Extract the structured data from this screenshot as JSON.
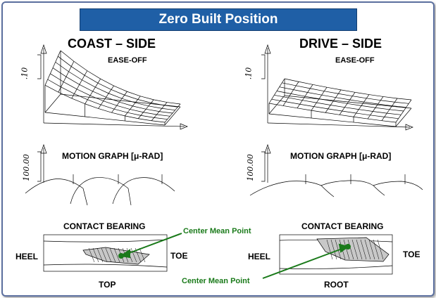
{
  "title": "Zero Built Position",
  "left": {
    "side_title": "COAST – SIDE",
    "ease_off_label": "EASE-OFF",
    "ease_scale": ".10",
    "motion_label": "MOTION GRAPH  [μ-RAD]",
    "motion_scale": "100.00",
    "contact_label": "CONTACT BEARING",
    "heel_label": "HEEL",
    "toe_label": "TOE",
    "bottom_label": "TOP",
    "cmp_label": "Center Mean Point"
  },
  "right": {
    "side_title": "DRIVE – SIDE",
    "ease_off_label": "EASE-OFF",
    "ease_scale": ".10",
    "motion_label": "MOTION GRAPH  [μ-RAD]",
    "motion_scale": "100.00",
    "contact_label": "CONTACT BEARING",
    "heel_label": "HEEL",
    "toe_label": "TOE",
    "bottom_label": "ROOT",
    "cmp_label": "Center Mean Point"
  },
  "colors": {
    "title_bg": "#1f5fa6",
    "border": "#5b6f9e",
    "center_mean_point": "#1a7a1a",
    "contact_patch_fill": "#c8c8c8"
  }
}
